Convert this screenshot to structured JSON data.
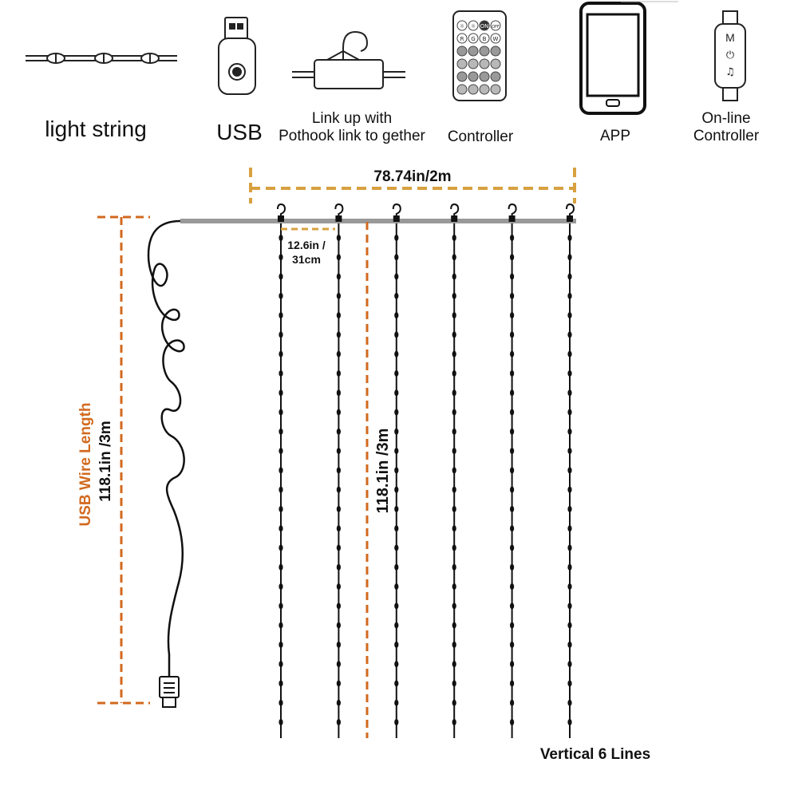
{
  "accessories": {
    "light_string": "light string",
    "usb": "USB",
    "pothook_line1": "Link up with",
    "pothook_line2": "Pothook link to gether",
    "controller": "Controller",
    "app": "APP",
    "online_line1": "On-line",
    "online_line2": "Controller"
  },
  "remote_buttons": [
    "☼",
    "☼",
    "ON",
    "OFF",
    "R",
    "G",
    "B",
    "W"
  ],
  "online_controller_buttons": [
    "M",
    "⏻",
    "♫"
  ],
  "dimensions": {
    "width": "78.74in/2m",
    "spacing_line1": "12.6in /",
    "spacing_line2": "31cm",
    "strand_length": "118.1in /3m",
    "usb_wire_title": "USB Wire Length",
    "usb_wire_value": "118.1in /3m"
  },
  "footer": "Vertical 6 Lines",
  "strands": {
    "count": 6,
    "bulbs_per_strand": 26
  },
  "colors": {
    "dimension_gold": "#d8a040",
    "dimension_orange": "#d2691e",
    "line": "#111111",
    "bar": "#999999"
  }
}
